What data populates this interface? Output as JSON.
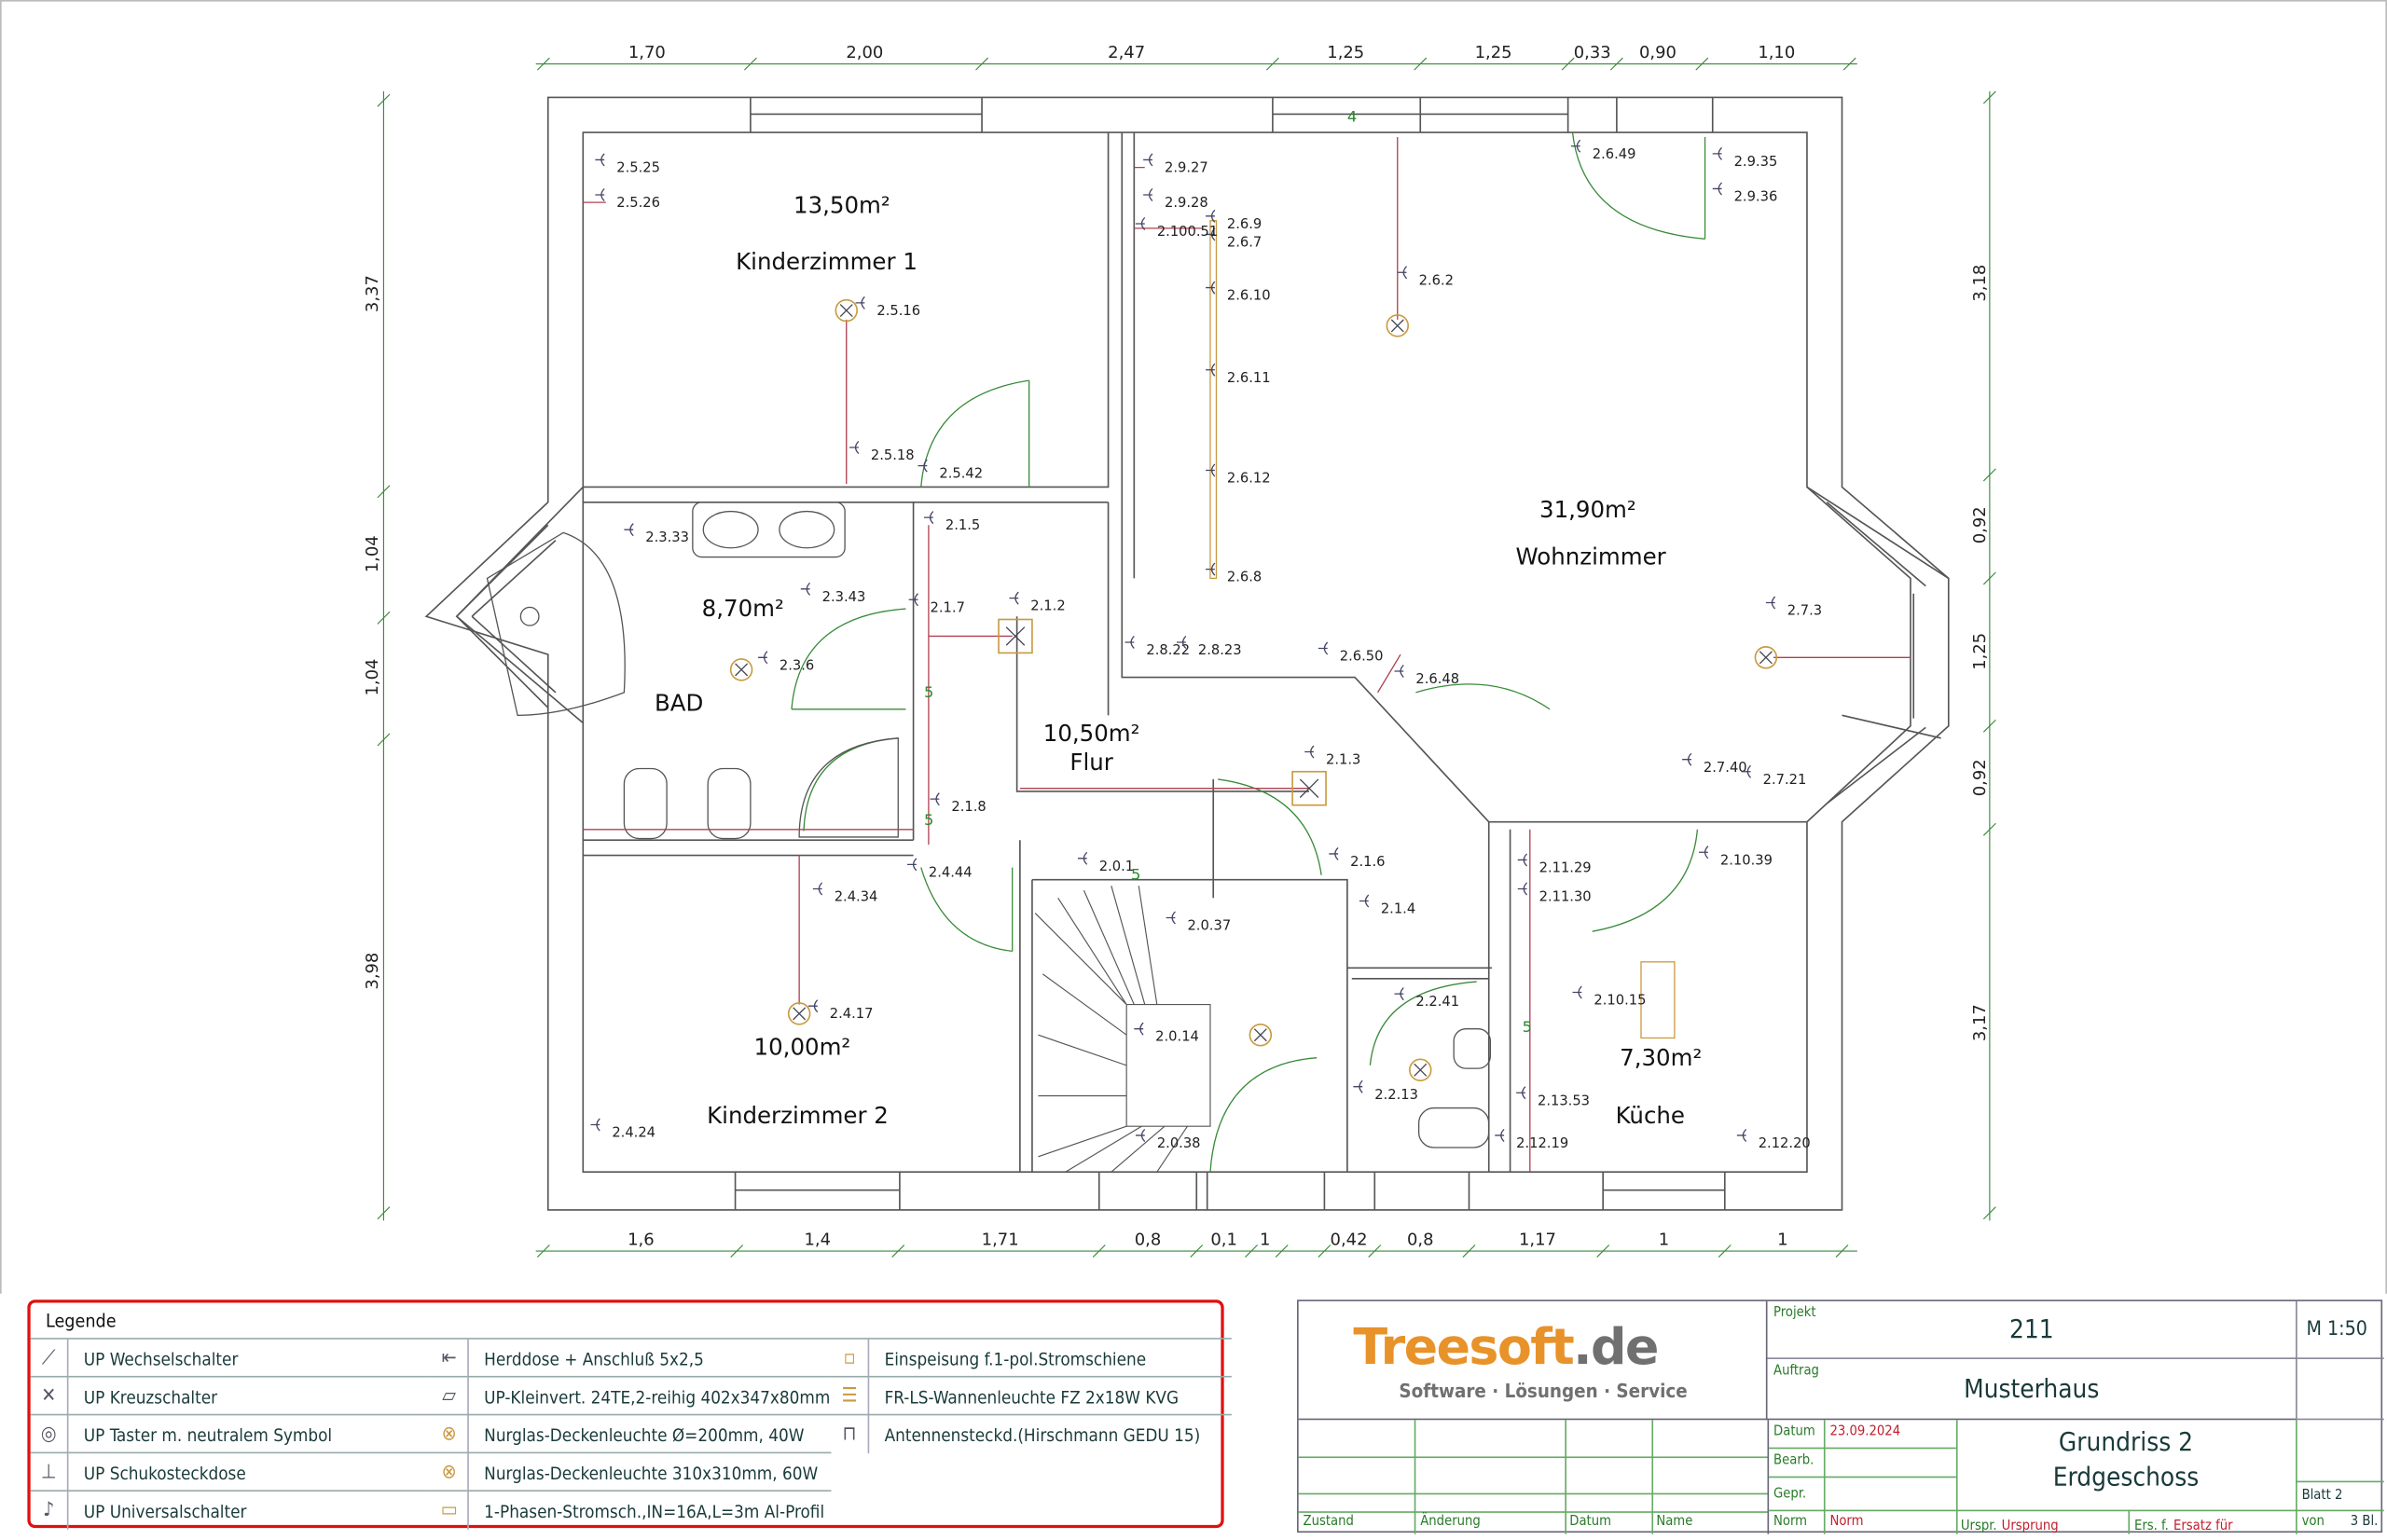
{
  "dimensions": {
    "top": [
      "1,70",
      "2,00",
      "2,47",
      "1,25",
      "1,25",
      "0,33",
      "0,90",
      "1,10"
    ],
    "bottom": [
      "1,6",
      "1,4",
      "1,71",
      "0,8",
      "0,1",
      "1",
      "0,42",
      "0,8",
      "1,17",
      "1",
      "1"
    ],
    "left": [
      "3,37",
      "1,04",
      "1,04",
      "3,98"
    ],
    "right": [
      "3,18",
      "0,92",
      "1,25",
      "0,92",
      "3,17"
    ]
  },
  "rooms": [
    {
      "area": "13,50m²",
      "name": "Kinderzimmer 1"
    },
    {
      "area": "31,90m²",
      "name": "Wohnzimmer"
    },
    {
      "area": "8,70m²",
      "name": "BAD"
    },
    {
      "area": "10,50m²",
      "name": "Flur"
    },
    {
      "area": "10,00m²",
      "name": "Kinderzimmer 2"
    },
    {
      "area": "7,30m²",
      "name": "Küche"
    }
  ],
  "circuits": [
    "2.5.25",
    "2.5.26",
    "2.5.16",
    "2.5.18",
    "2.5.42",
    "2.3.33",
    "2.1.5",
    "2.3.43",
    "2.1.7",
    "2.1.2",
    "2.3.6",
    "2.1.8",
    "2.4.44",
    "2.4.34",
    "2.4.17",
    "2.4.24",
    "2.0.1",
    "2.0.37",
    "2.0.14",
    "2.0.38",
    "2.1.3",
    "2.1.6",
    "2.1.4",
    "2.2.41",
    "2.2.13",
    "2.13.53",
    "2.12.19",
    "2.12.20",
    "2.11.29",
    "2.11.30",
    "2.10.39",
    "2.10.15",
    "2.7.40",
    "2.7.21",
    "2.7.3",
    "2.6.50",
    "2.6.48",
    "2.8.22",
    "2.8.23",
    "2.6.8",
    "2.6.12",
    "2.6.11",
    "2.6.10",
    "2.6.9",
    "2.6.7",
    "2.100.51",
    "2.9.27",
    "2.9.28",
    "2.6.2",
    "2.6.49",
    "2.9.35",
    "2.9.36"
  ],
  "phase_marks": [
    "4",
    "5",
    "5",
    "5",
    "5"
  ],
  "legend": {
    "title": "Legende",
    "items": [
      {
        "icon": "wechselschalter-icon",
        "label": "UP Wechselschalter"
      },
      {
        "icon": "kreuzschalter-icon",
        "label": "UP Kreuzschalter"
      },
      {
        "icon": "taster-icon",
        "label": "UP Taster m. neutralem Symbol"
      },
      {
        "icon": "schukosteckdose-icon",
        "label": "UP Schukosteckdose"
      },
      {
        "icon": "universalschalter-icon",
        "label": "UP Universalschalter"
      },
      {
        "icon": "herddose-icon",
        "label": "Herddose + Anschluß 5x2,5"
      },
      {
        "icon": "kleinverteiler-icon",
        "label": "UP-Kleinvert. 24TE,2-reihig 402x347x80mm"
      },
      {
        "icon": "deckenleuchte-small-icon",
        "label": "Nurglas-Deckenleuchte Ø=200mm, 40W"
      },
      {
        "icon": "deckenleuchte-large-icon",
        "label": "Nurglas-Deckenleuchte 310x310mm, 60W"
      },
      {
        "icon": "stromschiene-icon",
        "label": "1-Phasen-Stromsch.,IN=16A,L=3m Al-Profil"
      },
      {
        "icon": "einspeisung-icon",
        "label": "Einspeisung f.1-pol.Stromschiene"
      },
      {
        "icon": "wannenleuchte-icon",
        "label": "FR-LS-Wannenleuchte FZ 2x18W KVG"
      },
      {
        "icon": "antennensteckdose-icon",
        "label": "Antennensteckd.(Hirschmann GEDU 15)"
      }
    ]
  },
  "titleblock": {
    "logo_main": "Treesoft",
    "logo_tld": ".de",
    "logo_tagline": "Software · Lösungen · Service",
    "projekt_label": "Projekt",
    "projekt": "211",
    "scale": "M 1:50",
    "auftrag_label": "Auftrag",
    "auftrag": "Musterhaus",
    "datum_label": "Datum",
    "datum": "23.09.2024",
    "bearb_label": "Bearb.",
    "gepr_label": "Gepr.",
    "drawing_title_1": "Grundriss 2",
    "drawing_title_2": "Erdgeschoss",
    "blatt": "Blatt 2",
    "zustand": "Zustand",
    "aenderung": "Änderung",
    "datum_col": "Datum",
    "name_col": "Name",
    "norm_label": "Norm",
    "norm": "Norm",
    "urspr_label": "Urspr.",
    "urspr": "Ursprung",
    "ers_label": "Ers. f.",
    "ers": "Ersatz für",
    "von": "von",
    "total_sheets": "3 Bl."
  },
  "colors": {
    "legend_border": "#e01010",
    "logo_orange": "#e8922a",
    "logo_gray": "#707070",
    "accent_red": "#c02030",
    "frame_green": "#2a7a2a"
  }
}
